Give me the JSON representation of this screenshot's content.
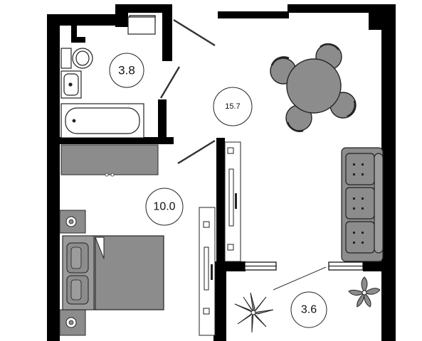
{
  "plan": {
    "rooms": [
      {
        "id": "bathroom",
        "area": "3.8"
      },
      {
        "id": "kitchen-living",
        "area": "15.7"
      },
      {
        "id": "bedroom",
        "area": "10.0"
      },
      {
        "id": "balcony",
        "area": "3.6"
      }
    ]
  },
  "colors": {
    "wall": "#000000",
    "furniture": "#8c8c8c",
    "furniture_stroke": "#2a2a2a",
    "label_circle": "#ffffff",
    "background": "#ffffff"
  }
}
